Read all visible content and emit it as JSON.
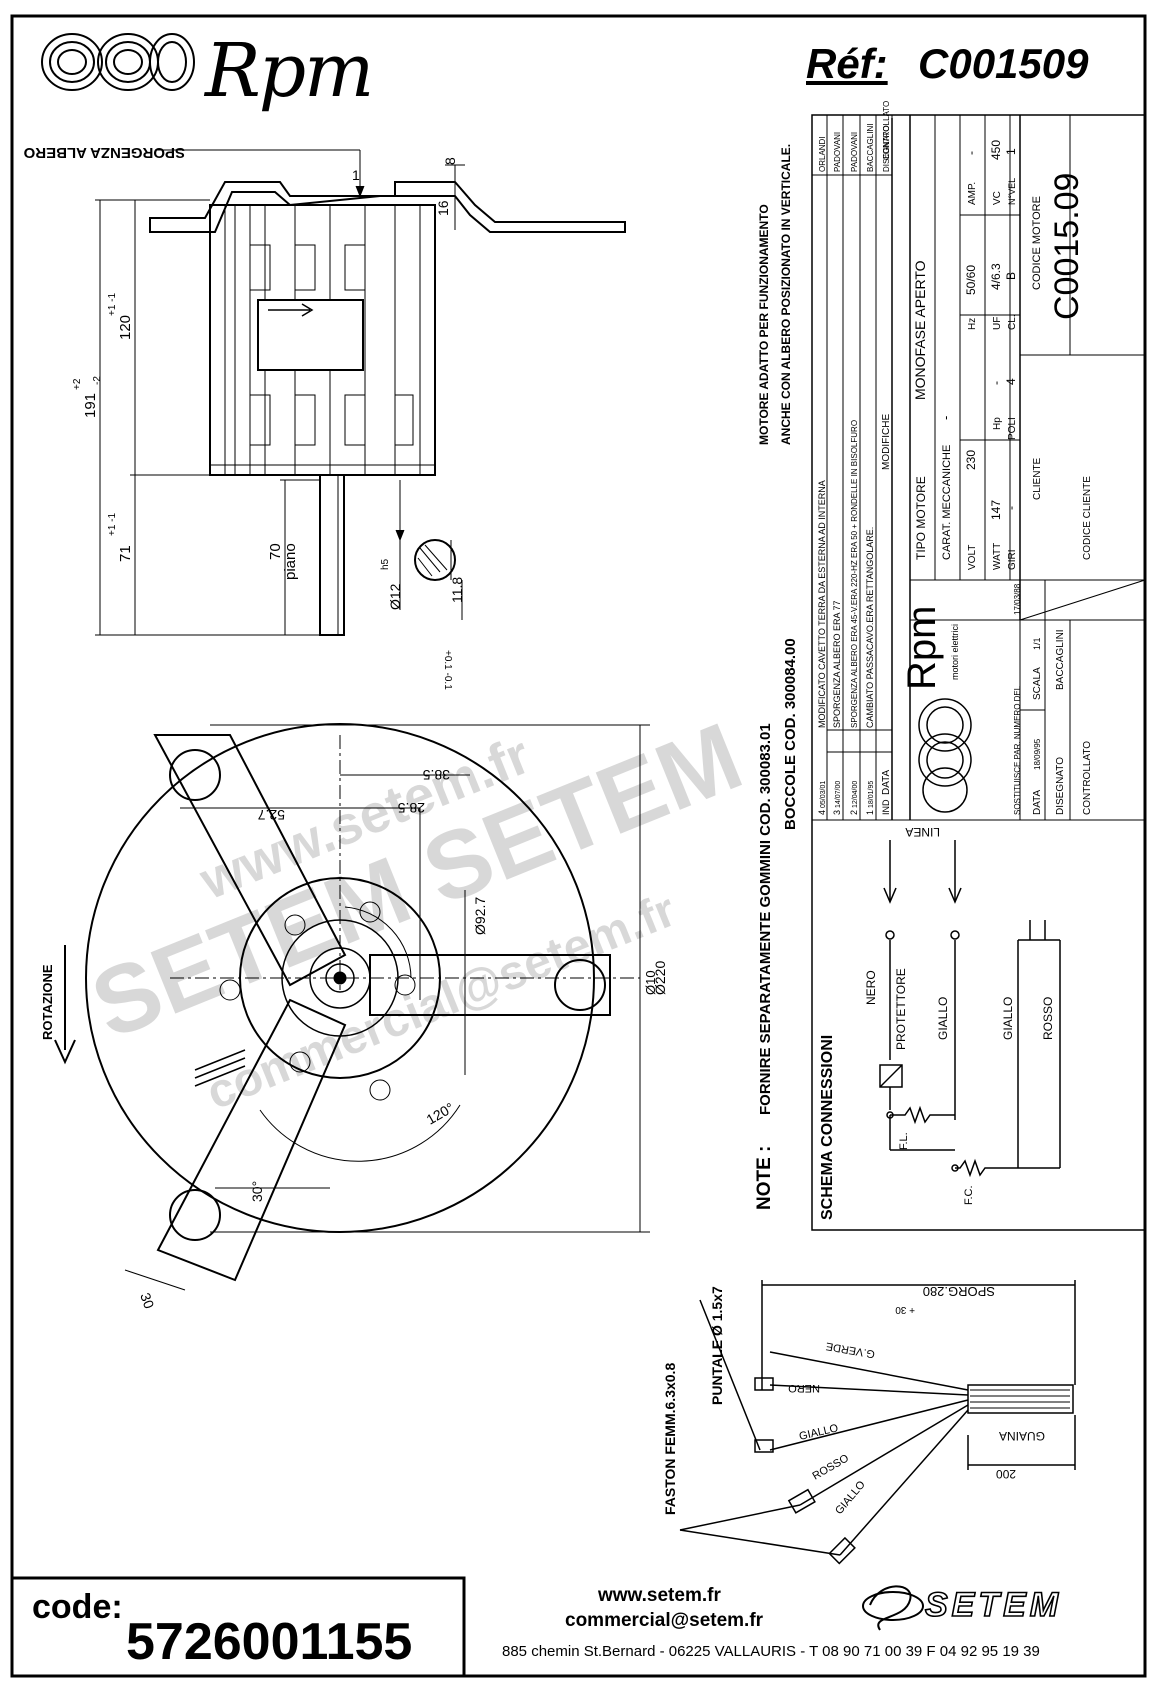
{
  "brand": {
    "logo_text": "Rpm"
  },
  "reference": {
    "label": "Réf:",
    "value": "C001509"
  },
  "footer": {
    "code_label": "code:",
    "code_value": "5726001155",
    "website": "www.setem.fr",
    "email": "commercial@setem.fr",
    "address": "885 chemin St.Bernard  -  06225 VALLAURIS  -  T 08 90 71 00 39   F 04 92 95 19 39",
    "company_logo": "SETEM"
  },
  "watermark": {
    "line1": "www.setem.fr",
    "line2": "SETEM SETEM",
    "line3": "commercial@setem.fr"
  },
  "side_view": {
    "shaft_projection_label": "SPORGENZA ALBERO",
    "dim_1": "1",
    "dim_8": "8",
    "dim_16": "16",
    "total_height": "191",
    "total_height_tol_upper": "+2",
    "total_height_tol_lower": "-2",
    "body_height": "120",
    "body_height_tol": "+1 -1",
    "shaft_length": "71",
    "shaft_length_tol": "+1 -1",
    "flat_length": "70",
    "flat_label": "piano",
    "shaft_diameter": "Ø12",
    "shaft_fit": "h5",
    "flat_dimension": "11.8",
    "flat_tol": "+0.1 -0.1"
  },
  "front_view": {
    "rotation_label": "ROTAZIONE",
    "dim_38_5": "38.5",
    "dim_28_5": "28.5",
    "dim_52_7": "52.7",
    "dim_92_7": "Ø92.7",
    "dim_220": "Ø220",
    "hole": "Ø10",
    "angle_120": "120°",
    "angle_30": "30°",
    "bracket_width": "30"
  },
  "notes": {
    "label": "NOTE :",
    "line1": "FORNIRE SEPARATAMENTE GOMMINI COD. 300083.01",
    "line2": "BOCCOLE COD. 300084.00",
    "mounting1": "MOTORE ADATTO PER FUNZIONAMENTO",
    "mounting2": "ANCHE CON ALBERO POSIZIONATO IN VERTICALE."
  },
  "revisions": [
    {
      "ind": "4",
      "date": "05/03/01",
      "text": "MODIFICATO CAVETTO TERRA DA ESTERNA AD INTERNA",
      "by": "ORLANDI"
    },
    {
      "ind": "3",
      "date": "14/07/00",
      "text": "SPORGENZA ALBERO ERA 77",
      "by": "PADOVANI"
    },
    {
      "ind": "2",
      "date": "12/04/00",
      "text": "SPORGENZA ALBERO ERA 45-V.ERA 220-HZ ERA 50 + RONDELLE IN BISOLFURO",
      "by": "PADOVANI"
    },
    {
      "ind": "1",
      "date": "18/01/95",
      "text": "CAMBIATO PASSACAVO.ERA RETTANGOLARE.",
      "by": "BACCAGLINI"
    }
  ],
  "title_block": {
    "col_ind": "IND",
    "col_data": "DATA",
    "col_modifiche": "MODIFICHE",
    "col_disegnato": "DISEGNATO",
    "col_controllato": "CONTROLLATO",
    "brand": "Rpm",
    "brand_sub": "motori elettrici",
    "tipo_label": "TIPO MOTORE",
    "tipo_value": "MONOFASE APERTO",
    "carat_label": "CARAT. MECCANICHE",
    "carat_value": "-",
    "volt_label": "VOLT",
    "volt_value": "230",
    "hz_label": "Hz",
    "hz_value": "50/60",
    "amp_label": "AMP.",
    "amp_value": "-",
    "watt_label": "WATT",
    "watt_value": "147",
    "hp_label": "Hp",
    "hp_value": "-",
    "uf_label": "UF",
    "uf_value": "4/6.3",
    "vc_label": "VC",
    "vc_value": "450",
    "giri_label": "GIRI",
    "giri_value": "-",
    "poli_label": "POLI",
    "poli_value": "4",
    "cl_label": "CL.",
    "cl_value": "B",
    "nvel_label": "N°VEL",
    "nvel_value": "1",
    "codice_motore_label": "CODICE MOTORE",
    "codice_motore_value": "C0015.09",
    "sostituisce_label": "SOSTITUISCE PAR. NUMERO DEL",
    "sostituisce_value": "17/03/88",
    "data_label": "DATA",
    "data_value": "18/09/95",
    "scala_label": "SCALA",
    "scala_value": "1/1",
    "disegnato_label": "DISEGNATO",
    "disegnato_value": "BACCAGLINI",
    "controllato_label": "CONTROLLATO",
    "cliente_label": "CLIENTE",
    "codice_cliente_label": "CODICE CLIENTE"
  },
  "schema": {
    "title": "SCHEMA CONNESSIONI",
    "linea": "LINEA",
    "nero": "NERO",
    "protettore": "PROTETTORE",
    "giallo1": "GIALLO",
    "giallo2": "GIALLO",
    "rosso": "ROSSO",
    "fl": "F.L.",
    "fc": "F.C."
  },
  "wires": {
    "fast_on": "FASTON FEMM.6.3x0.8",
    "puntale": "PUNTALE Ø 1.5x7",
    "sporg": "SPORG.280",
    "sporg_tol": "+ 30",
    "gverde": "G.VERDE",
    "nero": "NERO",
    "giallo": "GIALLO",
    "rosso": "ROSSO",
    "giallo2": "GIALLO",
    "guaina": "GUAINA",
    "len_200": "200"
  }
}
